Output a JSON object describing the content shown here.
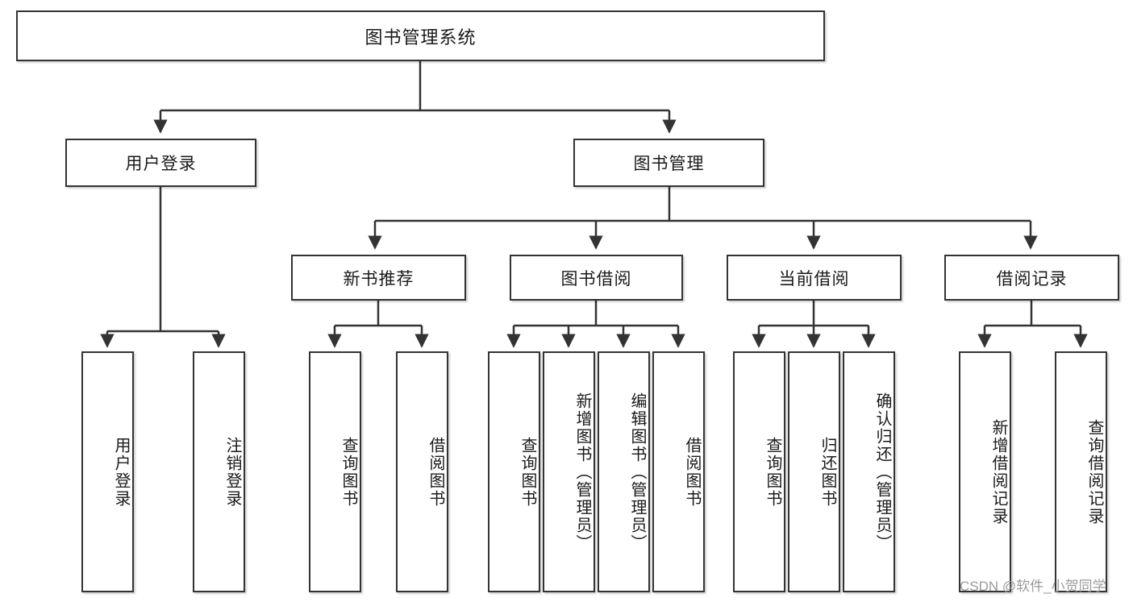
{
  "diagram": {
    "title": "图书管理系统",
    "type": "functional-structure-tree",
    "nodes": {
      "root": {
        "label": "图书管理系统"
      },
      "level2": [
        {
          "id": "user-login",
          "label": "用户登录"
        },
        {
          "id": "book-management",
          "label": "图书管理"
        }
      ],
      "level3": [
        {
          "id": "new-book-recommend",
          "label": "新书推荐"
        },
        {
          "id": "book-borrow",
          "label": "图书借阅"
        },
        {
          "id": "current-borrow",
          "label": "当前借阅"
        },
        {
          "id": "borrow-record",
          "label": "借阅记录"
        }
      ],
      "leaves": [
        {
          "id": "leaf-user-login",
          "label": "用户登录",
          "parent": "user-login"
        },
        {
          "id": "leaf-logout",
          "label": "注销登录",
          "parent": "user-login"
        },
        {
          "id": "leaf-query-book-1",
          "label": "查询图书",
          "parent": "new-book-recommend"
        },
        {
          "id": "leaf-borrow-book-1",
          "label": "借阅图书",
          "parent": "new-book-recommend"
        },
        {
          "id": "leaf-query-book-2",
          "label": "查询图书",
          "parent": "book-borrow"
        },
        {
          "id": "leaf-add-book",
          "label": "新增图书（管理员）",
          "parent": "book-borrow"
        },
        {
          "id": "leaf-edit-book",
          "label": "编辑图书（管理员）",
          "parent": "book-borrow"
        },
        {
          "id": "leaf-borrow-book-2",
          "label": "借阅图书",
          "parent": "book-borrow"
        },
        {
          "id": "leaf-query-book-3",
          "label": "查询图书",
          "parent": "current-borrow"
        },
        {
          "id": "leaf-return-book",
          "label": "归还图书",
          "parent": "current-borrow"
        },
        {
          "id": "leaf-confirm-return",
          "label": "确认归还（管理员）",
          "parent": "current-borrow"
        },
        {
          "id": "leaf-add-record",
          "label": "新增借阅记录",
          "parent": "borrow-record"
        },
        {
          "id": "leaf-query-record",
          "label": "查询借阅记录",
          "parent": "borrow-record"
        }
      ]
    },
    "colors": {
      "stroke": "#333333",
      "fill": "#ffffff",
      "text": "#1a1a1a",
      "watermark": "#9a9a9a"
    }
  },
  "watermark": {
    "text": "CSDN @软件_小贺同学"
  }
}
